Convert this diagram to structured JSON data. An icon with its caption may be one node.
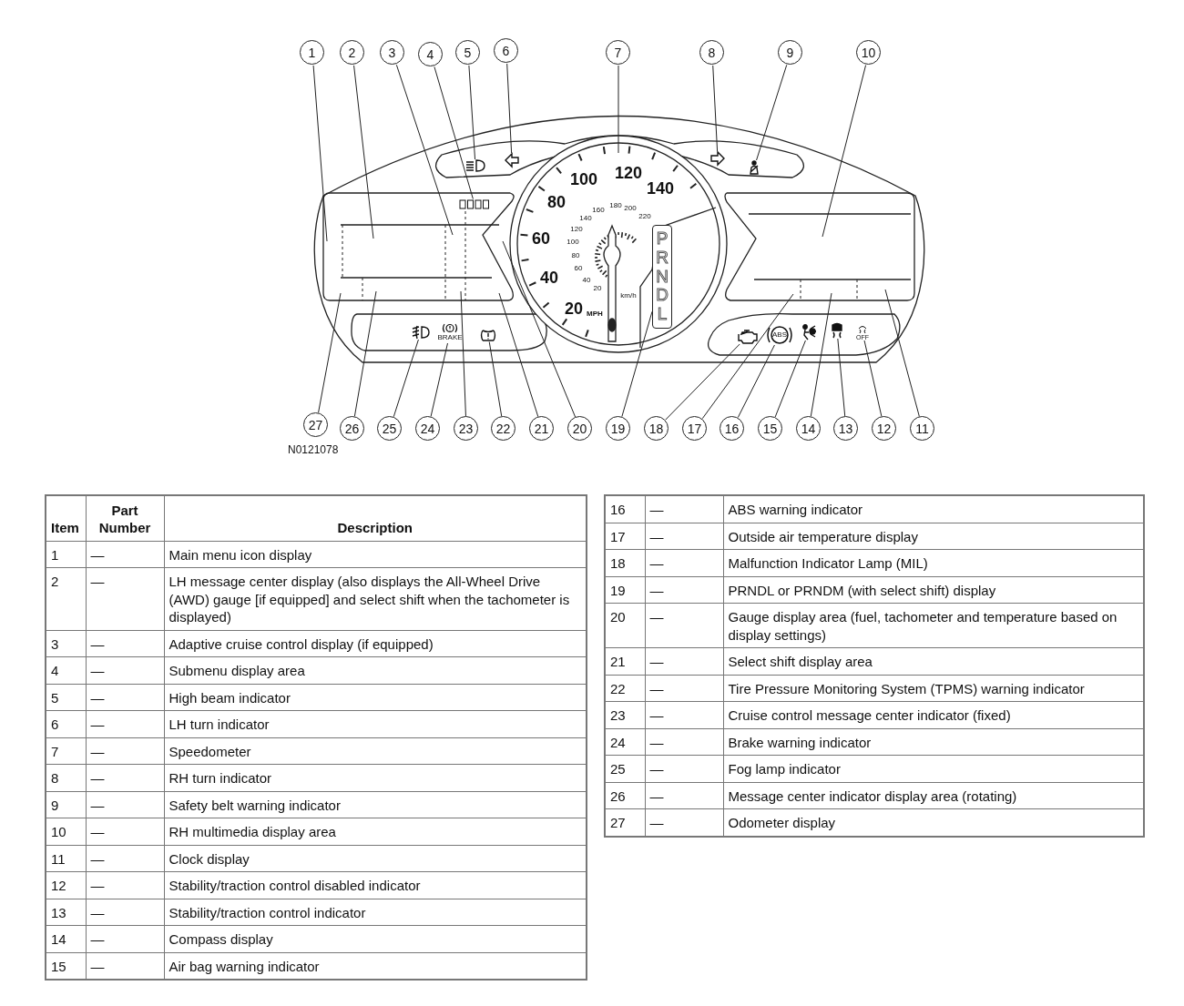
{
  "diagram": {
    "nodes": [
      {
        "text": [
          "1"
        ]
      },
      {
        "text": [
          "2"
        ]
      },
      {
        "text": [
          "3"
        ]
      },
      {
        "text": [
          "4"
        ]
      },
      {
        "text": [
          "5"
        ]
      },
      {
        "text": [
          "6"
        ]
      },
      {
        "text": [
          "7"
        ]
      },
      {
        "text": [
          "8"
        ]
      },
      {
        "text": [
          "9"
        ]
      },
      {
        "text": [
          "10"
        ]
      },
      {
        "text": [
          "11"
        ]
      },
      {
        "text": [
          "12"
        ]
      },
      {
        "text": [
          "13"
        ]
      },
      {
        "text": [
          "14"
        ]
      },
      {
        "text": [
          "15"
        ]
      },
      {
        "text": [
          "16"
        ]
      },
      {
        "text": [
          "17"
        ]
      },
      {
        "text": [
          "18"
        ]
      },
      {
        "text": [
          "19"
        ]
      },
      {
        "text": [
          "20"
        ]
      },
      {
        "text": [
          "21"
        ]
      },
      {
        "text": [
          "22"
        ]
      },
      {
        "text": [
          "23"
        ]
      },
      {
        "text": [
          "24"
        ]
      },
      {
        "text": [
          "25"
        ]
      },
      {
        "text": [
          "26"
        ]
      },
      {
        "text": [
          "27"
        ]
      },
      {
        "text": [],
        "shape": "picture"
      },
      {
        "text": [],
        "shape": "picture"
      },
      {
        "text": [],
        "shape": "picture"
      },
      {
        "text": [],
        "shape": "picture"
      },
      {
        "text": [],
        "shape": "picture"
      },
      {
        "text": [
          "PRNDL"
        ]
      },
      {
        "text": [],
        "shape": "picture"
      },
      {
        "text": [
          "BRAKE"
        ]
      },
      {
        "text": [],
        "shape": "picture"
      },
      {
        "text": [],
        "shape": "picture"
      },
      {
        "text": [
          "ABS"
        ]
      },
      {
        "text": [],
        "shape": "picture"
      },
      {
        "text": [],
        "shape": "picture"
      },
      {
        "text": [
          "OFF"
        ]
      }
    ],
    "edges": [
      {
        "from": 0,
        "to": null,
        "arrow": "none"
      },
      {
        "from": 1,
        "to": null,
        "arrow": "none"
      },
      {
        "from": 2,
        "to": null,
        "arrow": "none"
      },
      {
        "from": 3,
        "to": 31,
        "arrow": "none"
      },
      {
        "from": 4,
        "to": 27,
        "arrow": "none"
      },
      {
        "from": 5,
        "to": 28,
        "arrow": "none"
      },
      {
        "from": 6,
        "to": null,
        "arrow": "none"
      },
      {
        "from": 7,
        "to": 29,
        "arrow": "none"
      },
      {
        "from": 8,
        "to": 30,
        "arrow": "none"
      },
      {
        "from": 9,
        "to": null,
        "arrow": "none"
      },
      {
        "from": 10,
        "to": null,
        "arrow": "none"
      },
      {
        "from": 11,
        "to": 40,
        "arrow": "none"
      },
      {
        "from": 12,
        "to": 39,
        "arrow": "none"
      },
      {
        "from": 13,
        "to": null,
        "arrow": "none"
      },
      {
        "from": 14,
        "to": 38,
        "arrow": "none"
      },
      {
        "from": 15,
        "to": 37,
        "arrow": "none"
      },
      {
        "from": 16,
        "to": null,
        "arrow": "none"
      },
      {
        "from": 17,
        "to": 36,
        "arrow": "none"
      },
      {
        "from": 18,
        "to": 32,
        "arrow": "none"
      },
      {
        "from": 19,
        "to": null,
        "arrow": "none"
      },
      {
        "from": 20,
        "to": null,
        "arrow": "none"
      },
      {
        "from": 21,
        "to": 35,
        "arrow": "none"
      },
      {
        "from": 22,
        "to": null,
        "arrow": "none"
      },
      {
        "from": 23,
        "to": 34,
        "arrow": "none"
      },
      {
        "from": 24,
        "to": 33,
        "arrow": "none"
      },
      {
        "from": 25,
        "to": null,
        "arrow": "none"
      },
      {
        "from": 26,
        "to": null,
        "arrow": "none"
      }
    ],
    "labels": [
      "100",
      "120",
      "140",
      "80",
      "60",
      "40",
      "20",
      "160",
      "180",
      "200",
      "220",
      "140",
      "120",
      "100",
      "80",
      "60",
      "40",
      "20",
      "km/h",
      "MPH",
      "N0121078",
      "Item",
      "Part Number",
      "Description",
      "1",
      "—",
      "Main menu icon display",
      "2",
      "—",
      "LH message center display (also displays the All-Wheel Drive (AWD) gauge [if equipped] and select shift when the tachometer is displayed)",
      "3",
      "—",
      "Adaptive cruise control display (if equipped)",
      "4",
      "—",
      "Submenu display area",
      "5",
      "—",
      "High beam indicator",
      "6",
      "—",
      "LH turn indicator",
      "7",
      "—",
      "Speedometer",
      "8",
      "—",
      "RH turn indicator",
      "9",
      "—",
      "Safety belt warning indicator",
      "10",
      "—",
      "RH multimedia display area",
      "11",
      "—",
      "Clock display",
      "12",
      "—",
      "Stability/traction control disabled indicator",
      "13",
      "—",
      "Stability/traction control indicator",
      "14",
      "—",
      "Compass display",
      "15",
      "—",
      "Air bag warning indicator",
      "16",
      "—",
      "ABS warning indicator",
      "17",
      "—",
      "Outside air temperature display",
      "18",
      "—",
      "Malfunction Indicator Lamp (MIL)",
      "19",
      "—",
      "PRNDL or PRNDM (with select shift) display",
      "20",
      "—",
      "Gauge display area (fuel, tachometer and temperature based on display settings)",
      "21",
      "—",
      "Select shift display area",
      "22",
      "—",
      "Tire Pressure Monitoring System (TPMS) warning indicator",
      "23",
      "—",
      "Cruise control message center indicator (fixed)",
      "24",
      "—",
      "Brake warning indicator",
      "25",
      "—",
      "Fog lamp indicator",
      "26",
      "—",
      "Message center indicator display area (rotating)",
      "27",
      "—",
      "Odometer display"
    ]
  }
}
